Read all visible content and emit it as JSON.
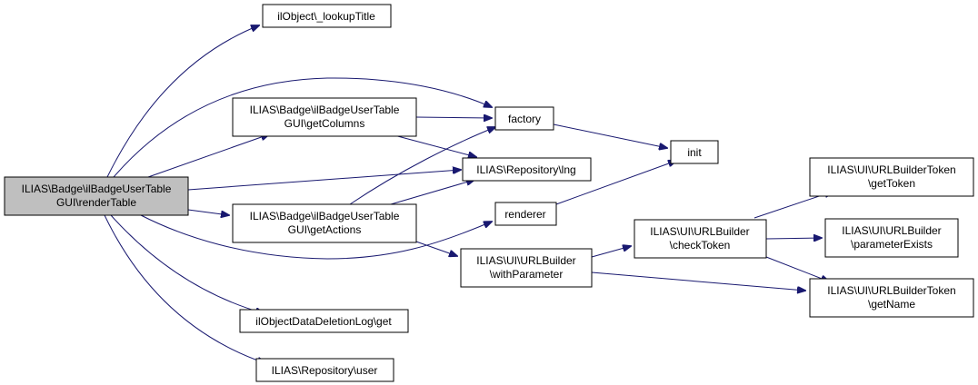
{
  "nodes": {
    "render_table": [
      "ILIAS\\Badge\\ilBadgeUserTable",
      "GUI\\renderTable"
    ],
    "lookup_title": [
      "ilObject\\_lookupTitle"
    ],
    "get_columns": [
      "ILIAS\\Badge\\ilBadgeUserTable",
      "GUI\\getColumns"
    ],
    "get_actions": [
      "ILIAS\\Badge\\ilBadgeUserTable",
      "GUI\\getActions"
    ],
    "deletion_log_get": [
      "ilObjectDataDeletionLog\\get"
    ],
    "repository_user": [
      "ILIAS\\Repository\\user"
    ],
    "factory": [
      "factory"
    ],
    "repository_lng": [
      "ILIAS\\Repository\\lng"
    ],
    "renderer": [
      "renderer"
    ],
    "with_parameter": [
      "ILIAS\\UI\\URLBuilder",
      "\\withParameter"
    ],
    "init": [
      "init"
    ],
    "check_token": [
      "ILIAS\\UI\\URLBuilder",
      "\\checkToken"
    ],
    "get_token": [
      "ILIAS\\UI\\URLBuilderToken",
      "\\getToken"
    ],
    "parameter_exists": [
      "ILIAS\\UI\\URLBuilder",
      "\\parameterExists"
    ],
    "get_name": [
      "ILIAS\\UI\\URLBuilderToken",
      "\\getName"
    ]
  },
  "edges": [
    [
      "render_table",
      "lookup_title"
    ],
    [
      "render_table",
      "factory"
    ],
    [
      "render_table",
      "get_columns"
    ],
    [
      "render_table",
      "repository_lng"
    ],
    [
      "render_table",
      "get_actions"
    ],
    [
      "render_table",
      "renderer"
    ],
    [
      "render_table",
      "deletion_log_get"
    ],
    [
      "render_table",
      "repository_user"
    ],
    [
      "get_columns",
      "factory"
    ],
    [
      "get_columns",
      "repository_lng"
    ],
    [
      "get_actions",
      "factory"
    ],
    [
      "get_actions",
      "repository_lng"
    ],
    [
      "get_actions",
      "with_parameter"
    ],
    [
      "factory",
      "init"
    ],
    [
      "renderer",
      "init"
    ],
    [
      "with_parameter",
      "check_token"
    ],
    [
      "with_parameter",
      "get_name"
    ],
    [
      "check_token",
      "get_token"
    ],
    [
      "check_token",
      "parameter_exists"
    ],
    [
      "check_token",
      "get_name"
    ]
  ],
  "colors": {
    "edge": "#191970",
    "root_fill": "#bfbfbf",
    "node_fill": "#ffffff",
    "border": "#000000"
  }
}
